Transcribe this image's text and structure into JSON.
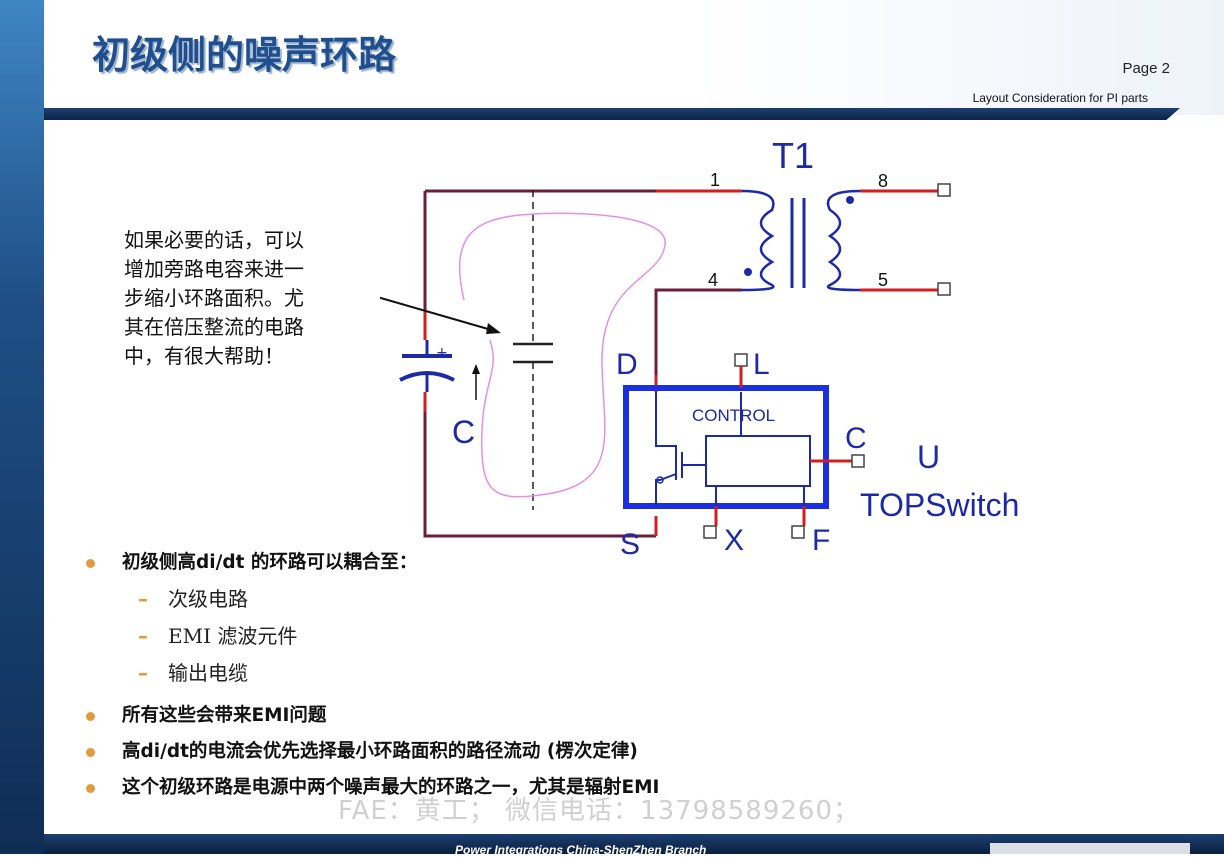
{
  "header": {
    "title": "初级侧的噪声环路",
    "page_label": "Page 2",
    "subtitle": "Layout Consideration for PI parts"
  },
  "annotation": {
    "lines": [
      "如果必要的话，可以",
      "增加旁路电容来进一",
      "步缩小环路面积。尤",
      "其在倍压整流的电路",
      "中，有很大帮助！"
    ]
  },
  "diagram": {
    "transformer_label": "T1",
    "pin_labels": {
      "p1": "1",
      "p4": "4",
      "p8": "8",
      "p5": "5"
    },
    "cap_polarity": "+",
    "cap_label": "C",
    "pin_d": "D",
    "pin_l": "L",
    "pin_c": "C",
    "pin_s": "S",
    "pin_x": "X",
    "pin_f": "F",
    "control_label": "CONTROL",
    "chip_u": "U",
    "chip_name": "TOPSwitch",
    "colors": {
      "wire_dark": "#6b1f3a",
      "wire_red": "#d21e1e",
      "chip_blue": "#1a2fe0",
      "coil_blue": "#1c2aa8",
      "loop_pink": "#e58fe5"
    }
  },
  "bullets": [
    {
      "text": "初级侧高di/dt 的环路可以耦合至：",
      "subs": [
        "次级电路",
        "EMI 滤波元件",
        "输出电缆"
      ]
    },
    {
      "text": "所有这些会带来EMI问题",
      "subs": []
    },
    {
      "text": "高di/dt的电流会优先选择最小环路面积的路径流动 (楞次定律)",
      "subs": []
    },
    {
      "text": "这个初级环路是电源中两个噪声最大的环路之一，尤其是辐射EMI",
      "subs": []
    }
  ],
  "bullet_color": "#e19b3d",
  "watermark": "FAE：黄工； 微信电话：13798589260；",
  "footer": {
    "text": "Power Integrations China-ShenZhen Branch"
  }
}
